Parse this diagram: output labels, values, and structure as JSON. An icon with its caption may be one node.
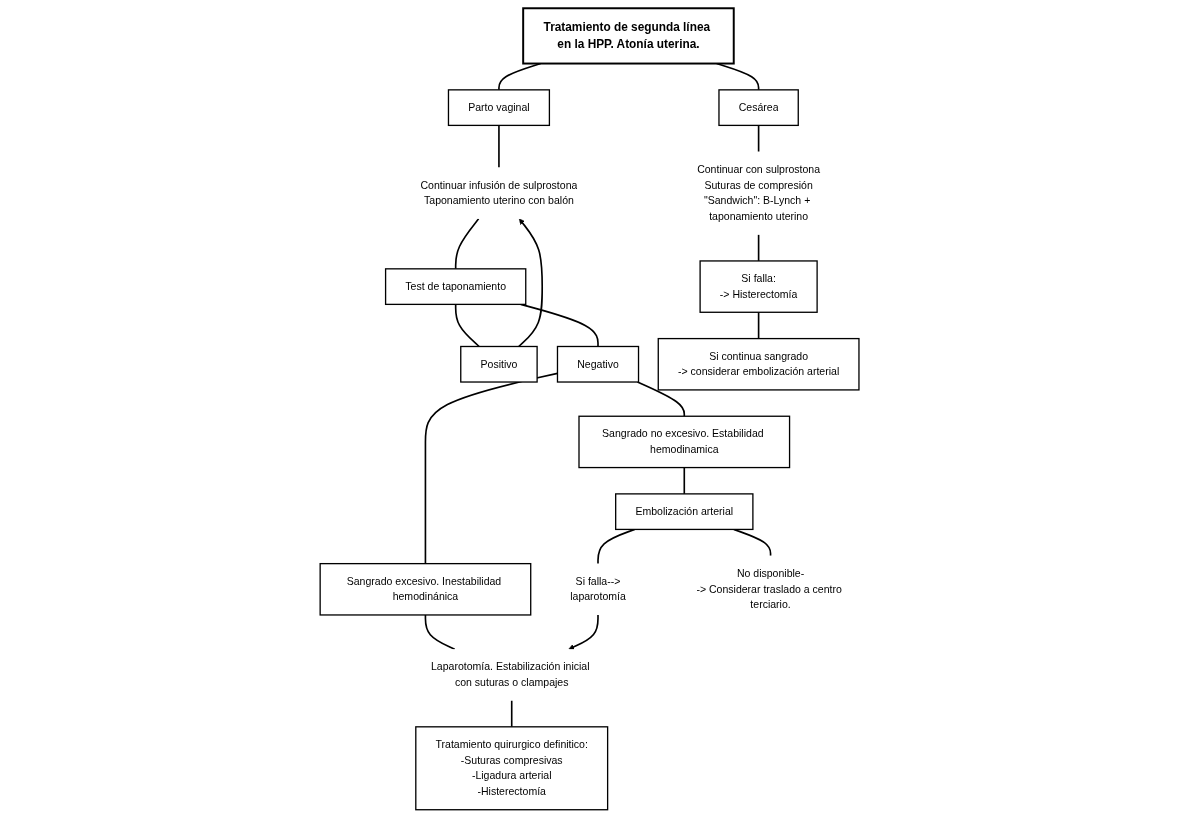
{
  "diagram": {
    "nodes": [
      {
        "text": [
          "Tratamiento de segunda línea en la HPP. Atonía uterina."
        ]
      },
      {
        "text": [
          "Parto vaginal"
        ]
      },
      {
        "text": [
          "Cesárea"
        ]
      },
      {
        "text": [
          "Continuar infusión de sulprostona",
          "Taponamiento uterino con balón"
        ]
      },
      {
        "text": [
          "Test de taponamiento"
        ]
      },
      {
        "text": [
          "Positivo"
        ]
      },
      {
        "text": [
          "Negativo"
        ]
      },
      {
        "text": [
          "Sangrado excesivo. Inestabilidad hemodinánica"
        ]
      },
      {
        "text": [
          "Sangrado no excesivo. Estabilidad hemodinamica"
        ]
      },
      {
        "text": [
          "Laparotomía. Estabilización inicial con suturas o clampajes"
        ]
      },
      {
        "text": [
          "Tratamiento quirurgico definitico:",
          "-Suturas compresivas",
          "-Ligadura arterial",
          "-Histerectomía"
        ]
      },
      {
        "text": [
          "Embolización arterial"
        ]
      },
      {
        "text": [
          "Si falla-->",
          "laparotomía"
        ]
      },
      {
        "text": [
          "No disponible-",
          "-> Considerar traslado a centro terciario."
        ]
      },
      {
        "text": [
          "Continuar con sulprostona",
          "Suturas de compresión",
          "\"Sandwich\": B-Lynch + taponamiento uterino"
        ]
      },
      {
        "text": [
          "Si falla:",
          "-> Histerectomía"
        ]
      },
      {
        "text": [
          "Si continua sangrado",
          "-> considerar embolización arterial"
        ]
      }
    ],
    "edges": [
      {
        "from": 0,
        "to": 1,
        "arrow": "none"
      },
      {
        "from": 0,
        "to": 2,
        "arrow": "none"
      },
      {
        "from": 1,
        "to": 3,
        "arrow": "none"
      },
      {
        "from": 3,
        "to": 4,
        "arrow": "none"
      },
      {
        "from": 4,
        "to": 5,
        "arrow": "none"
      },
      {
        "from": 4,
        "to": 6,
        "arrow": "none"
      },
      {
        "from": 5,
        "to": 3,
        "arrow": "to"
      },
      {
        "from": 6,
        "to": 7,
        "arrow": "none"
      },
      {
        "from": 6,
        "to": 8,
        "arrow": "none"
      },
      {
        "from": 7,
        "to": 9,
        "arrow": "none"
      },
      {
        "from": 9,
        "to": 10,
        "arrow": "none"
      },
      {
        "from": 8,
        "to": 11,
        "arrow": "none"
      },
      {
        "from": 11,
        "to": 12,
        "arrow": "none"
      },
      {
        "from": 11,
        "to": 13,
        "arrow": "none"
      },
      {
        "from": 12,
        "to": 9,
        "arrow": "to"
      },
      {
        "from": 2,
        "to": 14,
        "arrow": "none"
      },
      {
        "from": 14,
        "to": 15,
        "arrow": "none"
      },
      {
        "from": 15,
        "to": 16,
        "arrow": "none"
      }
    ]
  }
}
